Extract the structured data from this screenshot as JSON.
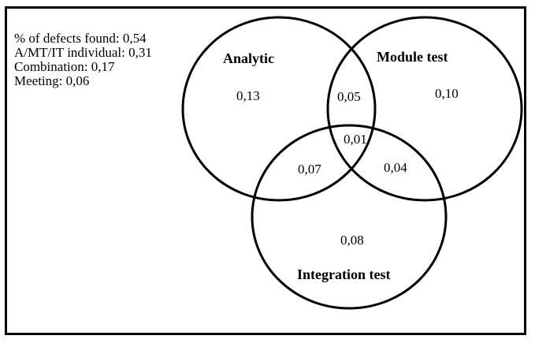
{
  "stats": [
    {
      "label": "% of defects found: 0,54"
    },
    {
      "label": "A/MT/IT individual: 0,31"
    },
    {
      "label": "Combination: 0,17"
    },
    {
      "label": "Meeting: 0,06"
    }
  ],
  "sets": {
    "analytic": "Analytic",
    "module_test": "Module test",
    "integration_test": "Integration test"
  },
  "regions": {
    "analytic_only": "0,13",
    "module_only": "0,10",
    "integration_only": "0,08",
    "analytic_module": "0,05",
    "analytic_integration": "0,07",
    "module_integration": "0,04",
    "all_three": "0,01"
  },
  "colors": {
    "stroke": "#000000",
    "background": "#ffffff"
  }
}
